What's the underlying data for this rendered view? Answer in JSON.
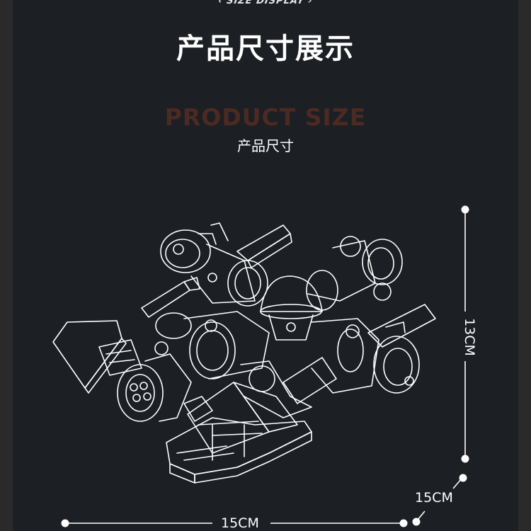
{
  "header": {
    "badge": "SIZE DISPLAY",
    "title": "产品尺寸展示"
  },
  "section": {
    "title_en": "PRODUCT SIZE",
    "title_cn": "产品尺寸"
  },
  "dimensions": {
    "height": "13CM",
    "depth": "15CM",
    "width": "15CM"
  },
  "colors": {
    "background": "#1c1f24",
    "outer": "#2a2a2a",
    "accent_text": "#4c2a22",
    "line": "#ffffff"
  }
}
